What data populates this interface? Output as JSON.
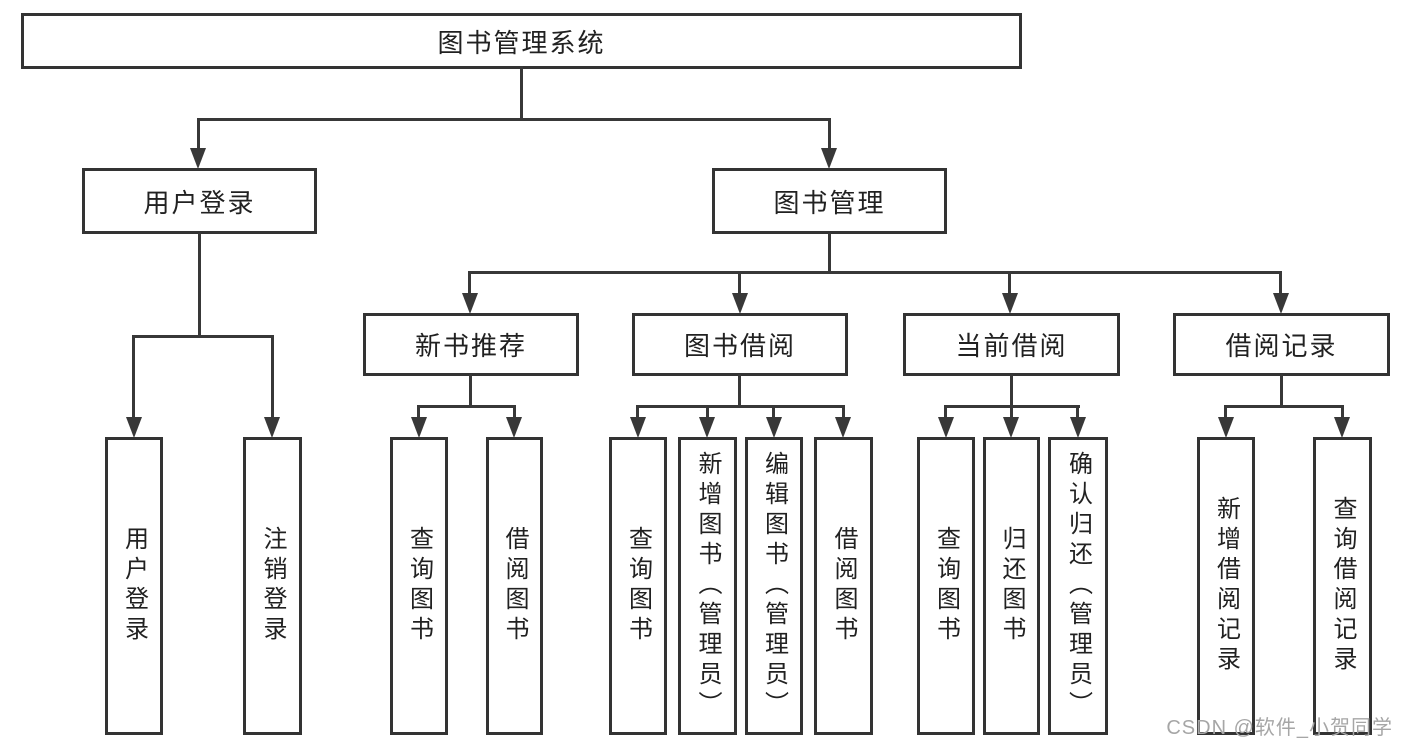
{
  "diagram": {
    "root": {
      "label": "图书管理系统"
    },
    "branches": {
      "user_login": {
        "label": "用户登录",
        "children": [
          {
            "label": "用户登录"
          },
          {
            "label": "注销登录"
          }
        ]
      },
      "book_management": {
        "label": "图书管理",
        "groups": [
          {
            "label": "新书推荐",
            "children": [
              {
                "label": "查询图书"
              },
              {
                "label": "借阅图书"
              }
            ]
          },
          {
            "label": "图书借阅",
            "children": [
              {
                "label": "查询图书"
              },
              {
                "label": "新增图书（管理员）"
              },
              {
                "label": "编辑图书（管理员）"
              },
              {
                "label": "借阅图书"
              }
            ]
          },
          {
            "label": "当前借阅",
            "children": [
              {
                "label": "查询图书"
              },
              {
                "label": "归还图书"
              },
              {
                "label": "确认归还（管理员）"
              }
            ]
          },
          {
            "label": "借阅记录",
            "children": [
              {
                "label": "新增借阅记录"
              },
              {
                "label": "查询借阅记录"
              }
            ]
          }
        ]
      }
    },
    "watermark": "CSDN @软件_小贺同学",
    "colors": {
      "line": "#383838",
      "border": "#333333",
      "text": "#212121",
      "watermark": "#a6a6a6",
      "background": "#ffffff"
    }
  }
}
